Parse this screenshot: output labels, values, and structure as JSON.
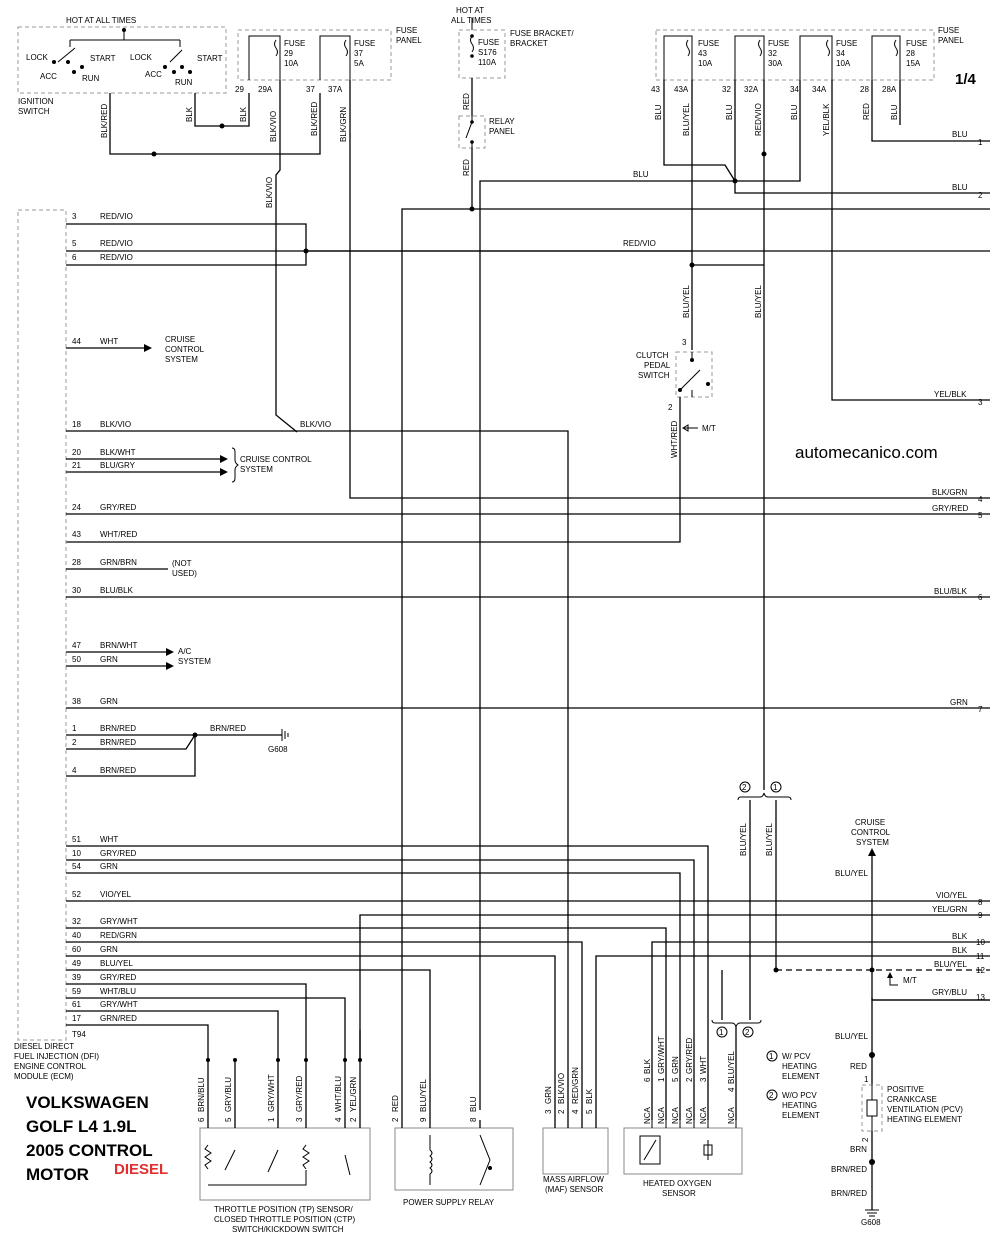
{
  "page_number": "1/4",
  "website": "automecanico.com",
  "title_lines": [
    "VOLKSWAGEN",
    "GOLF L4 1.9L",
    "2005 CONTROL",
    "MOTOR"
  ],
  "title_badge": "DIESEL",
  "ignition": {
    "hot_label": "HOT AT ALL TIMES",
    "name": [
      "IGNITION",
      "SWITCH"
    ],
    "left_labels": [
      "LOCK",
      "ACC",
      "START",
      "RUN"
    ],
    "right_labels": [
      "LOCK",
      "ACC",
      "START",
      "RUN"
    ]
  },
  "fuse_panel_left": {
    "name": [
      "FUSE",
      "PANEL"
    ],
    "fuses": [
      {
        "lines": [
          "FUSE",
          "29",
          "10A"
        ],
        "in": "29",
        "out": "29A"
      },
      {
        "lines": [
          "FUSE",
          "37",
          "5A"
        ],
        "in": "37",
        "out": "37A"
      }
    ]
  },
  "fuse_bracket": {
    "hot_label": [
      "HOT AT",
      "ALL TIMES"
    ],
    "name": [
      "FUSE BRACKET/",
      "BRACKET"
    ],
    "fuse": [
      "FUSE",
      "S176",
      "110A"
    ]
  },
  "relay_panel": [
    "RELAY",
    "PANEL"
  ],
  "fuse_panel_right": {
    "name": [
      "FUSE",
      "PANEL"
    ],
    "fuses": [
      {
        "lines": [
          "FUSE",
          "43",
          "10A"
        ],
        "in": "43",
        "out": "43A"
      },
      {
        "lines": [
          "FUSE",
          "32",
          "30A"
        ],
        "in": "32",
        "out": "32A"
      },
      {
        "lines": [
          "FUSE",
          "34",
          "10A"
        ],
        "in": "34",
        "out": "34A"
      },
      {
        "lines": [
          "FUSE",
          "28",
          "15A"
        ],
        "in": "28",
        "out": "28A"
      }
    ]
  },
  "vertical_wire_labels": {
    "ign_blkred": "BLK/RED",
    "ign_blk": "BLK",
    "ign_blk2": "BLK",
    "f29_blkvio": "BLK/VIO",
    "f37_blkred": "BLK/RED",
    "f37a_blkgrn": "BLK/GRN",
    "blkvio_down": "BLK/VIO",
    "bracket_red": "RED",
    "relay_red": "RED",
    "f43_blu": "BLU",
    "f43a_bluyel": "BLU/YEL",
    "f32_blu": "BLU",
    "f32a_redvio": "RED/VIO",
    "f34_blu": "BLU",
    "f34a_yelblk": "YEL/BLK",
    "f28_red": "RED",
    "f28a_blu": "BLU",
    "bluyel_a": "BLU/YEL",
    "bluyel_b": "BLU/YEL",
    "whtred": "WHT/RED",
    "bluyel_c": "BLU/YEL",
    "bluyel_d": "BLU/YEL"
  },
  "horizontal_labels": {
    "blu_top": "BLU",
    "redvio_mid": "RED/VIO",
    "brnred_g": "BRN/RED",
    "mt_clutch": "M/T",
    "mt_bottom": "M/T",
    "blkvio_18": "BLK/VIO"
  },
  "ecm": {
    "name": [
      "DIESEL DIRECT",
      "FUEL INJECTION (DFI)",
      "ENGINE CONTROL",
      "MODULE (ECM)"
    ],
    "connector": "T94",
    "pins": [
      {
        "pin": "3",
        "wire": "RED/VIO"
      },
      {
        "pin": "5",
        "wire": "RED/VIO"
      },
      {
        "pin": "6",
        "wire": "RED/VIO"
      },
      {
        "pin": "44",
        "wire": "WHT"
      },
      {
        "pin": "18",
        "wire": "BLK/VIO"
      },
      {
        "pin": "20",
        "wire": "BLK/WHT"
      },
      {
        "pin": "21",
        "wire": "BLU/GRY"
      },
      {
        "pin": "24",
        "wire": "GRY/RED"
      },
      {
        "pin": "43",
        "wire": "WHT/RED"
      },
      {
        "pin": "28",
        "wire": "GRN/BRN"
      },
      {
        "pin": "30",
        "wire": "BLU/BLK"
      },
      {
        "pin": "47",
        "wire": "BRN/WHT"
      },
      {
        "pin": "50",
        "wire": "GRN"
      },
      {
        "pin": "38",
        "wire": "GRN"
      },
      {
        "pin": "1",
        "wire": "BRN/RED"
      },
      {
        "pin": "2",
        "wire": "BRN/RED"
      },
      {
        "pin": "4",
        "wire": "BRN/RED"
      },
      {
        "pin": "51",
        "wire": "WHT"
      },
      {
        "pin": "10",
        "wire": "GRY/RED"
      },
      {
        "pin": "54",
        "wire": "GRN"
      },
      {
        "pin": "52",
        "wire": "VIO/YEL"
      },
      {
        "pin": "32",
        "wire": "GRY/WHT"
      },
      {
        "pin": "40",
        "wire": "RED/GRN"
      },
      {
        "pin": "60",
        "wire": "GRN"
      },
      {
        "pin": "49",
        "wire": "BLU/YEL"
      },
      {
        "pin": "39",
        "wire": "GRY/RED"
      },
      {
        "pin": "59",
        "wire": "WHT/BLU"
      },
      {
        "pin": "61",
        "wire": "GRY/WHT"
      },
      {
        "pin": "17",
        "wire": "GRN/RED"
      }
    ]
  },
  "callouts": {
    "cruise1": [
      "CRUISE",
      "CONTROL",
      "SYSTEM"
    ],
    "cruise2": [
      "CRUISE CONTROL",
      "SYSTEM"
    ],
    "not_used": [
      "(NOT",
      "USED)"
    ],
    "ac": [
      "A/C",
      "SYSTEM"
    ],
    "ground_g608": "G608",
    "cruise_bottom": [
      "CRUISE",
      "CONTROL",
      "SYSTEM"
    ]
  },
  "clutch_switch": {
    "name": [
      "CLUTCH",
      "PEDAL",
      "SWITCH"
    ],
    "pin_top": "3",
    "pin_bottom": "2"
  },
  "edge_outputs": [
    {
      "wire": "BLU",
      "num": "1"
    },
    {
      "wire": "BLU",
      "num": "2"
    },
    {
      "wire": "YEL/BLK",
      "num": "3"
    },
    {
      "wire": "BLK/GRN",
      "num": "4"
    },
    {
      "wire": "GRY/RED",
      "num": "5"
    },
    {
      "wire": "BLU/BLK",
      "num": "6"
    },
    {
      "wire": "GRN",
      "num": "7"
    },
    {
      "wire": "VIO/YEL",
      "num": "8"
    },
    {
      "wire": "YEL/GRN",
      "num": "9"
    },
    {
      "wire": "BLK",
      "num": "10"
    },
    {
      "wire": "BLK",
      "num": "11"
    },
    {
      "wire": "BLU/YEL",
      "num": "12"
    },
    {
      "wire": "GRY/BLU",
      "num": "13"
    }
  ],
  "splice_marks": {
    "top": [
      "2",
      "1"
    ],
    "bottom": [
      "1",
      "2"
    ]
  },
  "notes": [
    {
      "num": "1",
      "lines": [
        "W/ PCV",
        "HEATING",
        "ELEMENT"
      ]
    },
    {
      "num": "2",
      "lines": [
        "W/O PCV",
        "HEATING",
        "ELEMENT"
      ]
    }
  ],
  "pcv": {
    "name": [
      "POSITIVE",
      "CRANKCASE",
      "VENTILATION (PCV)",
      "HEATING ELEMENT"
    ],
    "wire_top": "BLU/YEL",
    "wire_red": "RED",
    "pin_top": "1",
    "pin_bottom": "2",
    "wire_brn": "BRN",
    "wire_brnred1": "BRN/RED",
    "wire_brnred2": "BRN/RED",
    "ground": "G608",
    "cruise_wire": "BLU/YEL"
  },
  "components": {
    "tp": {
      "name": [
        "THROTTLE POSITION (TP) SENSOR/",
        "CLOSED THROTTLE POSITION (CTP)",
        "SWITCH/KICKDOWN SWITCH"
      ],
      "pins": [
        {
          "pin": "6",
          "wire": "BRN/BLU"
        },
        {
          "pin": "5",
          "wire": "GRY/BLU"
        },
        {
          "pin": "1",
          "wire": "GRY/WHT"
        },
        {
          "pin": "3",
          "wire": "GRY/RED"
        },
        {
          "pin": "4",
          "wire": "WHT/BLU"
        },
        {
          "pin": "2",
          "wire": "YEL/GRN"
        }
      ]
    },
    "relay": {
      "name": "POWER SUPPLY RELAY",
      "pins": [
        {
          "pin": "2",
          "wire": "RED"
        },
        {
          "pin": "9",
          "wire": "BLU/YEL"
        },
        {
          "pin": "8",
          "wire": "BLU"
        }
      ]
    },
    "maf": {
      "name": [
        "MASS AIRFLOW",
        "(MAF) SENSOR"
      ],
      "pins": [
        {
          "pin": "3",
          "wire": "GRN"
        },
        {
          "pin": "2",
          "wire": "BLK/VIO"
        },
        {
          "pin": "4",
          "wire": "RED/GRN"
        },
        {
          "pin": "5",
          "wire": "BLK"
        }
      ]
    },
    "o2": {
      "name": [
        "HEATED OXYGEN",
        "SENSOR"
      ],
      "pins": [
        {
          "pin": "6",
          "wire": "BLK",
          "nca": "NCA"
        },
        {
          "pin": "1",
          "wire": "GRY/WHT",
          "nca": "NCA"
        },
        {
          "pin": "5",
          "wire": "GRN",
          "nca": "NCA"
        },
        {
          "pin": "2",
          "wire": "GRY/RED",
          "nca": "NCA"
        },
        {
          "pin": "3",
          "wire": "WHT",
          "nca": "NCA"
        },
        {
          "pin": "4",
          "wire": "BLU/YEL",
          "nca": "NCA"
        }
      ]
    }
  }
}
